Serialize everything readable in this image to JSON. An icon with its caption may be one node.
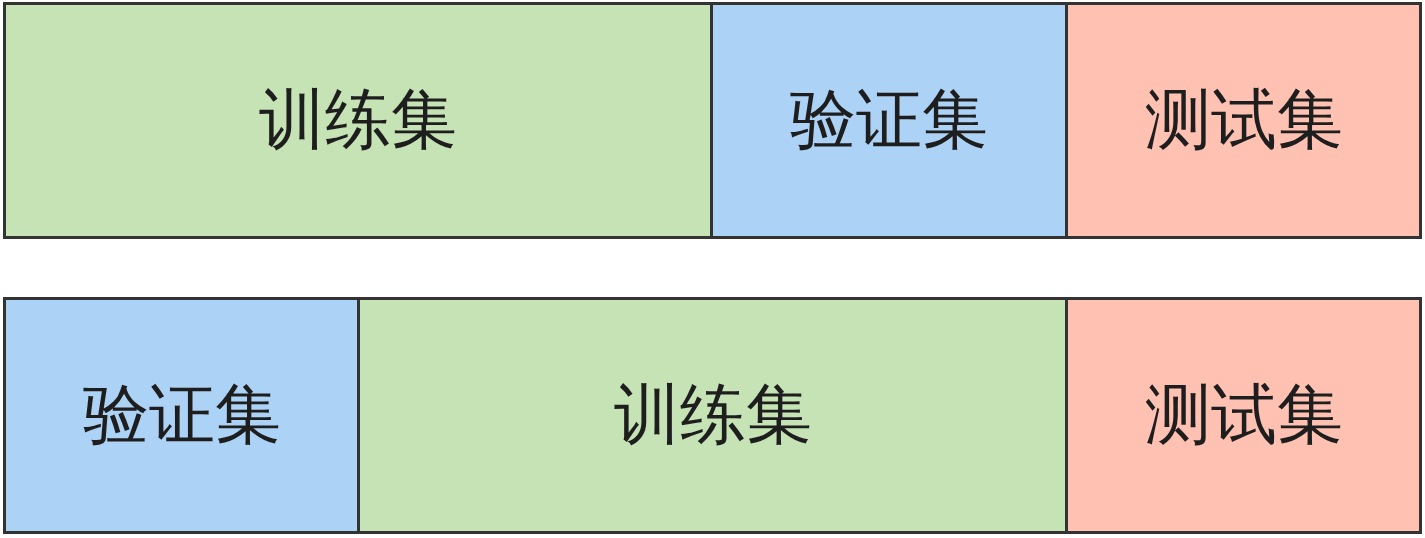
{
  "diagram": {
    "nodes": [
      {
        "text": [
          "训练集"
        ]
      },
      {
        "text": [
          "验证集"
        ]
      },
      {
        "text": [
          "测试集"
        ]
      },
      {
        "text": [
          "验证集"
        ]
      },
      {
        "text": [
          "训练集"
        ]
      },
      {
        "text": [
          "测试集"
        ]
      }
    ]
  }
}
